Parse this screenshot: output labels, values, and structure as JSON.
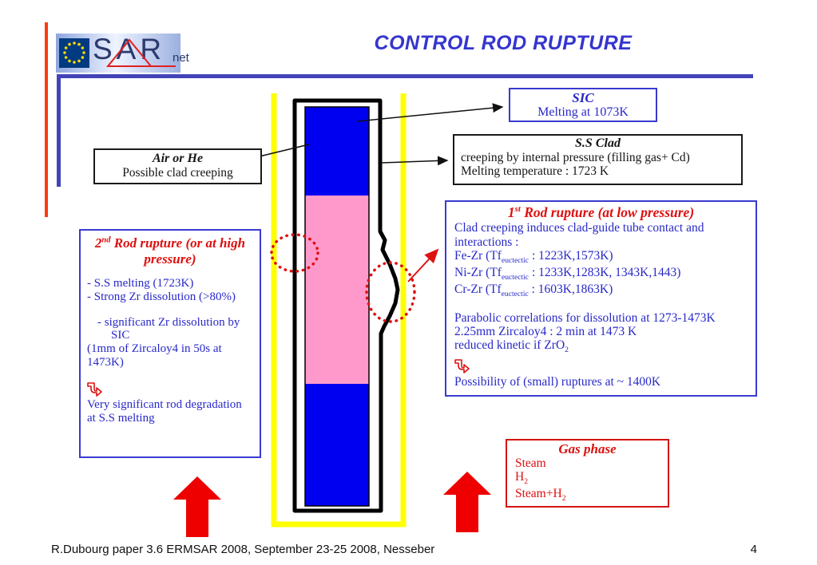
{
  "header": {
    "title": "CONTROL ROD RUPTURE"
  },
  "logo": {
    "main": "SAR",
    "sub": "net"
  },
  "colors": {
    "accent_blue": "#3535cf",
    "text_blue": "#2828c8",
    "text_red": "#dd1010",
    "rod_blue": "#0000f0",
    "rod_pink": "#ff99cc",
    "guide_yellow": "#ffff00",
    "frame_blue": "#4343b8",
    "edge_red": "#ff3a10"
  },
  "boxes": {
    "sic": {
      "title": "SIC",
      "body": "Melting at 1073K"
    },
    "ss_clad": {
      "title": "S.S Clad",
      "line1": "creeping by internal pressure (filling gas+ Cd)",
      "line2": "Melting temperature : 1723 K"
    },
    "air_or_he": {
      "title": "Air or He",
      "body": "Possible clad creeping"
    },
    "rupture_2nd": {
      "title_num": "2",
      "title_sup": "nd",
      "title_rest": " Rod rupture (or at high pressure)",
      "point1": "- S.S melting (1723K)",
      "point2": "- Strong Zr dissolution (>80%)",
      "point3": "- significant Zr dissolution by SIC",
      "point4": "(1mm of Zircaloy4 in 50s at 1473K)",
      "conclusion": "Very significant rod degradation at S.S melting"
    },
    "rupture_1st": {
      "title_num": "1",
      "title_sup": "st",
      "title_rest": " Rod rupture (at low pressure)",
      "intro": "Clad creeping induces clad-guide tube contact and interactions :",
      "fe": {
        "pre": "Fe-Zr (Tf",
        "sub": "euctectic",
        "post": " : 1223K,1573K)"
      },
      "ni": {
        "pre": "Ni-Zr (Tf",
        "sub": "euctectic",
        "post": " : 1233K,1283K, 1343K,1443)"
      },
      "cr": {
        "pre": "Cr-Zr (Tf",
        "sub": "euctectic",
        "post": " : 1603K,1863K)"
      },
      "para1": "Parabolic correlations for dissolution at 1273-1473K",
      "para2": "2.25mm Zircaloy4 : 2 min at 1473 K",
      "para3": {
        "pre": "reduced kinetic if ZrO",
        "sub": "2"
      },
      "conclusion": "Possibility of (small) ruptures at ~ 1400K"
    },
    "gas_phase": {
      "title": "Gas phase",
      "item1": "Steam",
      "item2": {
        "pre": "H",
        "sub": "2"
      },
      "item3": {
        "pre": "Steam+H",
        "sub": "2"
      }
    }
  },
  "footer": {
    "text": "R.Dubourg paper 3.6 ERMSAR 2008, September 23-25 2008, Nesseber",
    "page": "4"
  }
}
